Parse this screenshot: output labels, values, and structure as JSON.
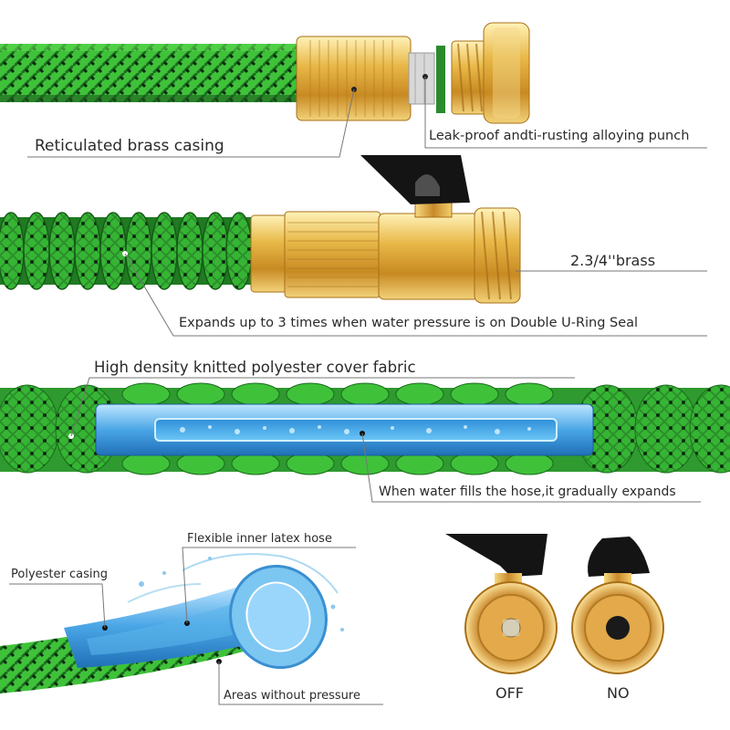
{
  "labels": {
    "reticulated": "Reticulated brass casing",
    "leak_proof": "Leak-proof andti-rusting alloying punch",
    "brass_size": "2.3/4''brass",
    "expands": "Expands up to 3 times when water pressure is on Double U-Ring Seal",
    "high_density": "High density knitted polyester cover fabric",
    "water_fills": "When water fills the hose,it gradually expands",
    "inner_latex": "Flexible inner latex hose",
    "polyester_casing": "Polyester casing",
    "areas_without_pressure": "Areas without pressure",
    "valve_off": "OFF",
    "valve_no": "NO"
  },
  "colors": {
    "hose_green": "#3fc23a",
    "hose_dark": "#0d2a10",
    "brass": "#e0b040",
    "latex_blue": "#5ab4ea",
    "valve_black": "#111111"
  }
}
